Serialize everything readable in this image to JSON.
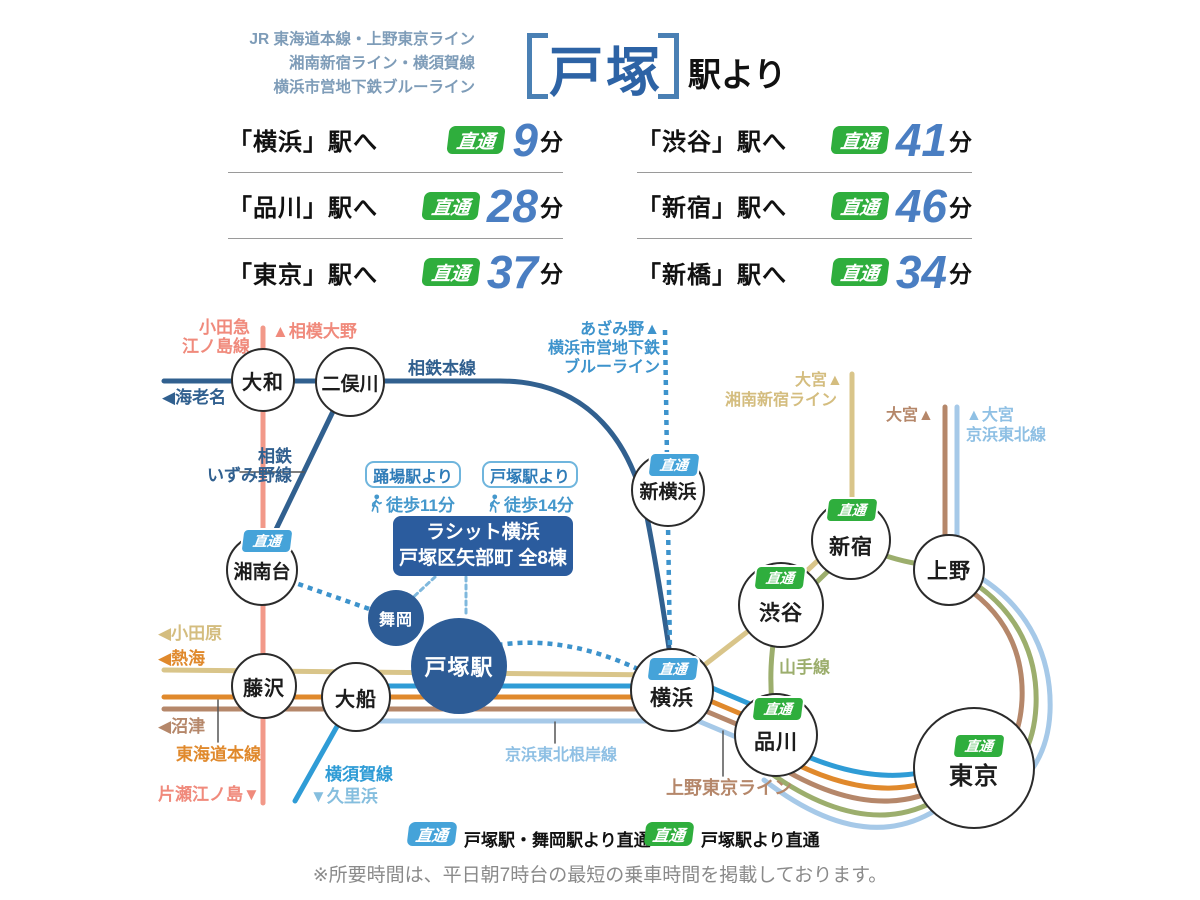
{
  "header": {
    "lines": [
      "JR 東海道本線・上野東京ライン",
      "湘南新宿ライン・横須賀線",
      "横浜市営地下鉄ブルーライン"
    ],
    "station": "戸塚",
    "suffix": "駅より"
  },
  "times": {
    "badge": "直通",
    "unit": "分",
    "rows": [
      {
        "station": "「横浜」駅へ",
        "minutes": "9"
      },
      {
        "station": "「渋谷」駅へ",
        "minutes": "41"
      },
      {
        "station": "「品川」駅へ",
        "minutes": "28"
      },
      {
        "station": "「新宿」駅へ",
        "minutes": "46"
      },
      {
        "station": "「東京」駅へ",
        "minutes": "37"
      },
      {
        "station": "「新橋」駅へ",
        "minutes": "34"
      }
    ]
  },
  "map": {
    "badge_label": "直通",
    "stations": {
      "yamato": "大和",
      "futamatagawa": "二俣川",
      "shinyokohama": "新横浜",
      "shonandai": "湘南台",
      "fujisawa": "藤沢",
      "ofuna": "大船",
      "maioka": "舞岡",
      "totsuka": "戸塚駅",
      "yokohama": "横浜",
      "shibuya": "渋谷",
      "shinjuku": "新宿",
      "ueno": "上野",
      "shinagawa": "品川",
      "tokyo": "東京"
    },
    "labels": {
      "odakyu": "小田急\n江ノ島線",
      "sagamiono": "▲相模大野",
      "sotetsu_main": "相鉄本線",
      "ebina": "◀海老名",
      "sotetsu_izumino": "相鉄\nいずみ野線",
      "azamino": "あざみ野▲",
      "blueline": "横浜市営地下鉄\nブルーライン",
      "omiya_tan": "大宮▲",
      "shonan_shinjuku": "湘南新宿ライン",
      "omiya_brown": "大宮▲",
      "omiya_lightblue": "▲大宮",
      "keihin_tohoku": "京浜東北線",
      "yamanote": "山手線",
      "odawara": "◀小田原",
      "atami": "◀熱海",
      "numazu": "◀沼津",
      "tokaido": "東海道本線",
      "katase_enoshima": "片瀬江ノ島▼",
      "yokosuka": "横須賀線",
      "kurihama": "▼久里浜",
      "keihin_negishi": "京浜東北根岸線",
      "ueno_tokyo": "上野東京ライン"
    },
    "callouts": {
      "odoriba": {
        "label": "踊場駅より",
        "walk": "徒歩11分"
      },
      "totsuka": {
        "label": "戸塚駅より",
        "walk": "徒歩14分"
      },
      "property": {
        "line1": "ラシット横浜",
        "line2": "戸塚区矢部町 全8棟"
      }
    }
  },
  "legend": {
    "badge": "直通",
    "items": [
      {
        "label": "戸塚駅・舞岡駅より直通"
      },
      {
        "label": "戸塚駅より直通"
      }
    ]
  },
  "footnote": "※所要時間は、平日朝7時台の最短の乗車時間を掲載しております。",
  "colors": {
    "navy": "#2d5c96",
    "pink": "#f29989",
    "tan": "#d9c58a",
    "orange": "#e0892c",
    "brown": "#b5876a",
    "light_blue": "#a6c9e8",
    "blue": "#2f9cd6",
    "yamanote_green": "#9cae6d",
    "badge_green": "#2fae3d",
    "badge_blue": "#45a3d9",
    "time_blue": "#4a7ec2",
    "header_blue": "#2d63a5"
  }
}
